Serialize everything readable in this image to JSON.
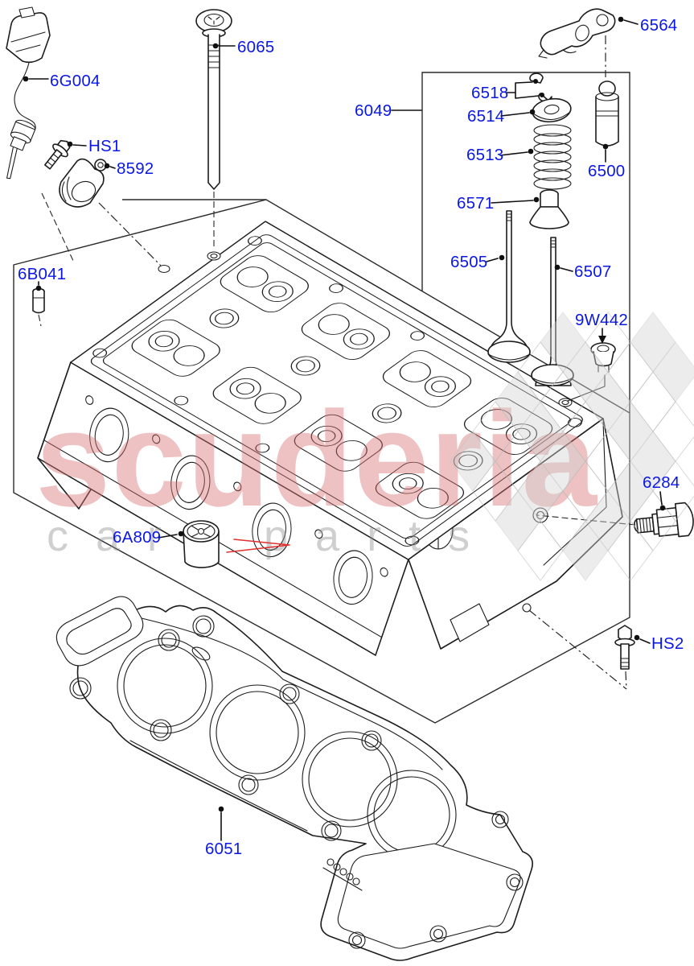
{
  "watermark": {
    "brand": "scuderia",
    "tagline": "car parts"
  },
  "callouts": {
    "c_6g004": "6G004",
    "c_hs1": "HS1",
    "c_8592": "8592",
    "c_6b041": "6B041",
    "c_6065": "6065",
    "c_6049": "6049",
    "c_6518": "6518",
    "c_6514": "6514",
    "c_6513": "6513",
    "c_6571": "6571",
    "c_6505": "6505",
    "c_6507": "6507",
    "c_6500": "6500",
    "c_9w442": "9W442",
    "c_6564": "6564",
    "c_6284": "6284",
    "c_hs2": "HS2",
    "c_6a809": "6A809",
    "c_6051": "6051"
  },
  "colors": {
    "callout_blue": "#0c17e6",
    "line_black": "#1c1c1c",
    "watermark_pink": "#d96f6f",
    "watermark_gray": "#8f8f8f",
    "note_arrow_red": "#e03030",
    "background": "#ffffff"
  }
}
